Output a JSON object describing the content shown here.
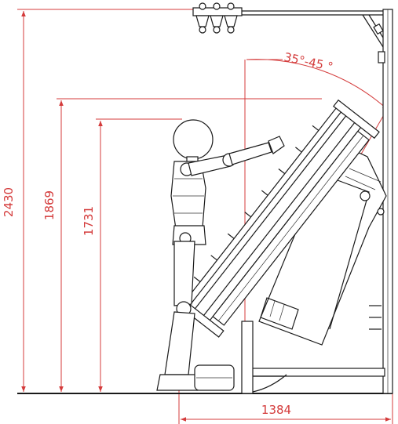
{
  "dimensions": {
    "overall_height": "2430",
    "reach_height": "1869",
    "shoulder_height": "1731",
    "depth": "1384",
    "tilt_angle": "35°-45 °"
  },
  "colors": {
    "dimension": "#d43b3b",
    "ink": "#1a1a1a"
  }
}
